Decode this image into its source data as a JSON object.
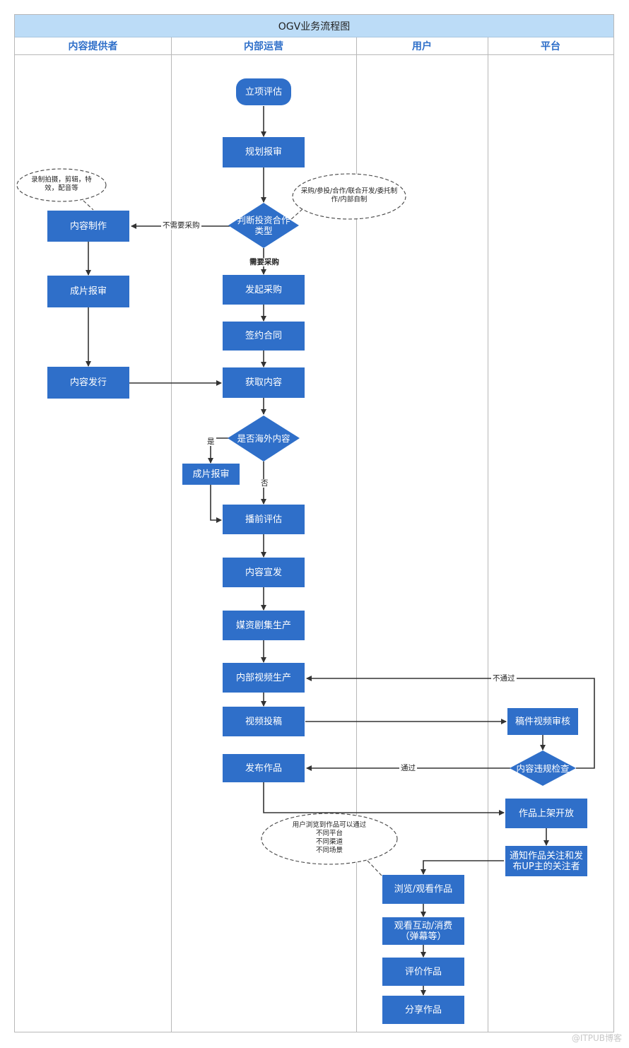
{
  "title": "OGV业务流程图",
  "lanes": [
    "内容提供者",
    "内部运营",
    "用户",
    "平台"
  ],
  "nodes": {
    "lixiang": "立项评估",
    "guihua": "规划报审",
    "panduan": "判断投资合作类型",
    "fqcg": "发起采购",
    "qyht": "签约合同",
    "hqnr": "获取内容",
    "hwnr": "是否海外内容",
    "cpbs2": "成片报审",
    "bqpg": "播前评估",
    "nrxf": "内容宣发",
    "mzjj": "媒资剧集生产",
    "nbsp": "内部视频生产",
    "sptg": "视频投稿",
    "fbzp": "发布作品",
    "nrzz": "内容制作",
    "cpbs1": "成片报审",
    "nrfx": "内容发行",
    "gjsp": "稿件视频审核",
    "wgjc": "内容违规检查",
    "zpsj": "作品上架开放",
    "tzgz": "通知作品关注和发布UP主的关注者",
    "llgk": "浏览/观看作品",
    "gkhd": "观看互动/消费（弹幕等）",
    "pjzp": "评价作品",
    "fxzp": "分享作品"
  },
  "labels": {
    "bxycg": "不需要采购",
    "xycg": "需要采购",
    "shi": "是",
    "fou": "否",
    "btg": "不通过",
    "tg": "通过"
  },
  "notes": {
    "n1": "录制拍摄，剪辑，特效，配音等",
    "n2": "采购/参投/合作/联合开发/委托制作/内部自制",
    "n3": [
      "用户浏览到作品可以通过",
      "不同平台",
      "不同渠道",
      "不同场景"
    ]
  },
  "watermark": "@ITPUB博客",
  "colors": {
    "node": "#2f6fc9",
    "header": "#bcdcf7",
    "lane_title": "#2f6fc9",
    "arrow": "#333333"
  }
}
